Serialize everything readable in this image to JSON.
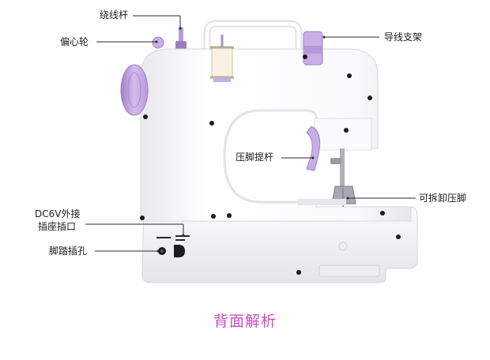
{
  "labels": {
    "bobbin_winder": "绕线杆",
    "handwheel": "偏心轮",
    "thread_guide": "导线支架",
    "presser_lever": "压脚提杆",
    "presser_foot": "可拆卸压脚",
    "dc_jack_line1": "DC6V外接",
    "dc_jack_line2": "插座插口",
    "pedal_jack": "脚踏插孔"
  },
  "caption": "背面解析",
  "colors": {
    "accent": "#b99ad6",
    "caption": "#d04ac8",
    "body": "#f4f4f8"
  }
}
